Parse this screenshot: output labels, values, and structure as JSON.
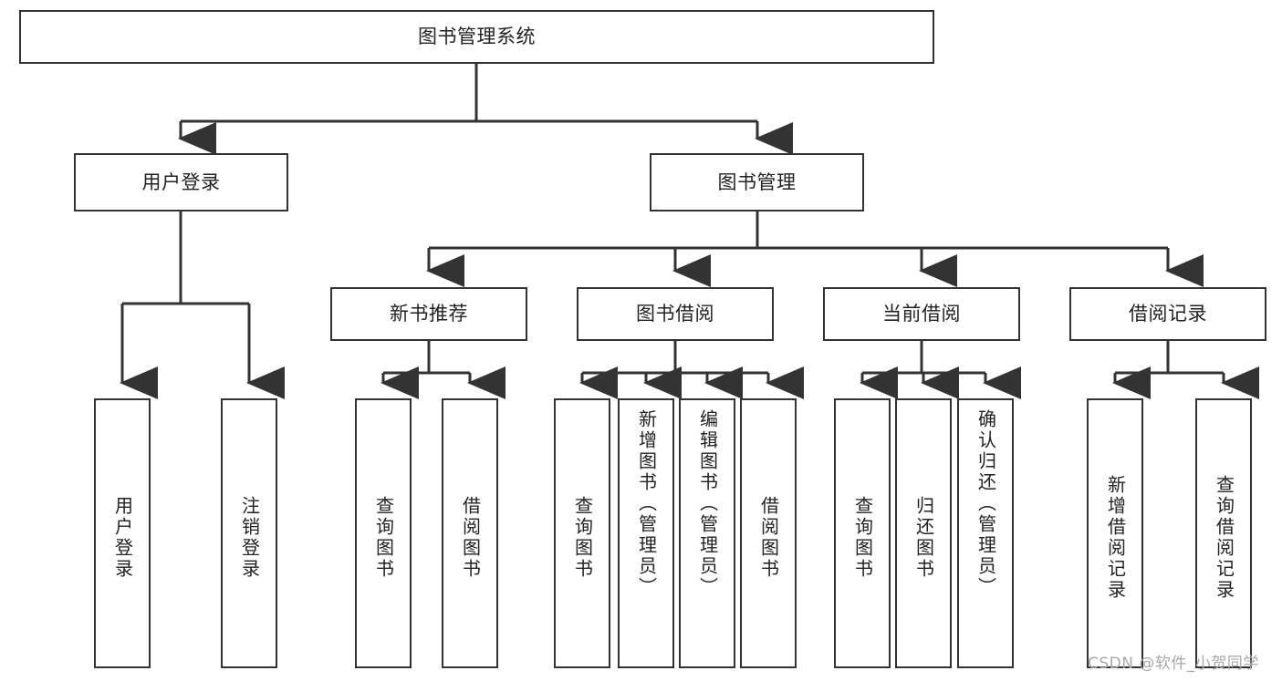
{
  "diagram": {
    "type": "hierarchy-tree",
    "title": "图书管理系统",
    "watermark": "CSDN @软件_小贺同学",
    "colors": {
      "node_border": "#333333",
      "node_fill": "#ffffff",
      "edge": "#333333",
      "text": "#222222",
      "watermark": "#a8a8a8",
      "background": "#ffffff"
    },
    "nodes": {
      "root": {
        "label": "图书管理系统"
      },
      "level2": [
        {
          "id": "user-login",
          "label": "用户登录"
        },
        {
          "id": "book-management",
          "label": "图书管理"
        }
      ],
      "level3": [
        {
          "id": "new-book-recommend",
          "label": "新书推荐"
        },
        {
          "id": "book-borrow",
          "label": "图书借阅"
        },
        {
          "id": "current-borrow",
          "label": "当前借阅"
        },
        {
          "id": "borrow-record",
          "label": "借阅记录"
        }
      ],
      "leaves": [
        {
          "id": "leaf-user-login",
          "label": "用户登录",
          "parent": "user-login"
        },
        {
          "id": "leaf-logout",
          "label": "注销登录",
          "parent": "user-login"
        },
        {
          "id": "leaf-query-book-1",
          "label": "查询图书",
          "parent": "new-book-recommend"
        },
        {
          "id": "leaf-borrow-book-1",
          "label": "借阅图书",
          "parent": "new-book-recommend"
        },
        {
          "id": "leaf-query-book-2",
          "label": "查询图书",
          "parent": "book-borrow"
        },
        {
          "id": "leaf-add-book",
          "label": "新增图书（管理员）",
          "parent": "book-borrow"
        },
        {
          "id": "leaf-edit-book",
          "label": "编辑图书（管理员）",
          "parent": "book-borrow"
        },
        {
          "id": "leaf-borrow-book-2",
          "label": "借阅图书",
          "parent": "book-borrow"
        },
        {
          "id": "leaf-query-book-3",
          "label": "查询图书",
          "parent": "current-borrow"
        },
        {
          "id": "leaf-return-book",
          "label": "归还图书",
          "parent": "current-borrow"
        },
        {
          "id": "leaf-confirm-return",
          "label": "确认归还（管理员）",
          "parent": "current-borrow"
        },
        {
          "id": "leaf-add-record",
          "label": "新增借阅记录",
          "parent": "borrow-record"
        },
        {
          "id": "leaf-query-record",
          "label": "查询借阅记录",
          "parent": "borrow-record"
        }
      ]
    }
  }
}
